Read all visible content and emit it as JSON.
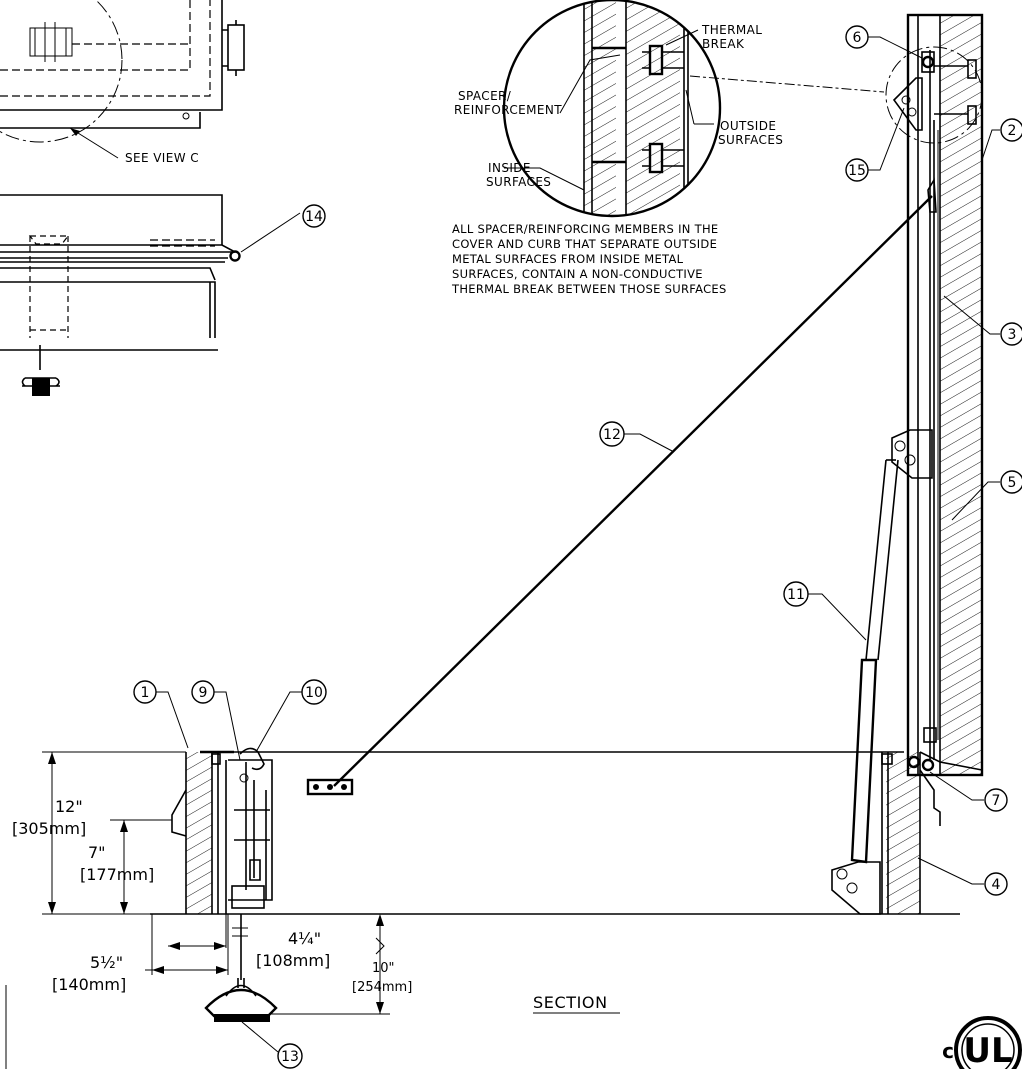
{
  "labels": {
    "see_view": "SEE VIEW C",
    "thermal_break": [
      "THERMAL",
      "BREAK"
    ],
    "spacer": [
      "SPACER/",
      "REINFORCEMENT"
    ],
    "outside": [
      "OUTSIDE",
      "SURFACES"
    ],
    "inside": [
      "INSIDE",
      "SURFACES"
    ],
    "section": "SECTION"
  },
  "note": [
    "ALL SPACER/REINFORCING MEMBERS IN THE",
    "COVER AND CURB THAT SEPARATE OUTSIDE",
    "METAL SURFACES FROM INSIDE METAL",
    "SURFACES, CONTAIN A NON-CONDUCTIVE",
    "THERMAL BREAK BETWEEN THOSE SURFACES"
  ],
  "balloons": {
    "b1": "1",
    "b2": "2",
    "b3": "3",
    "b4": "4",
    "b5": "5",
    "b6": "6",
    "b7": "7",
    "b9": "9",
    "b10": "10",
    "b11": "11",
    "b12": "12",
    "b13": "13",
    "b14": "14",
    "b15": "15"
  },
  "dimensions": {
    "d12_in": "12\"",
    "d12_mm": "[305mm]",
    "d7_in": "7\"",
    "d7_mm": "[177mm]",
    "d4_in": "4¼\"",
    "d4_mm": "[108mm]",
    "d5_in": "5½\"",
    "d5_mm": "[140mm]",
    "d10_in": "10\"",
    "d10_mm": "[254mm]"
  },
  "logo": {
    "text": "UL",
    "prefix": "c"
  }
}
